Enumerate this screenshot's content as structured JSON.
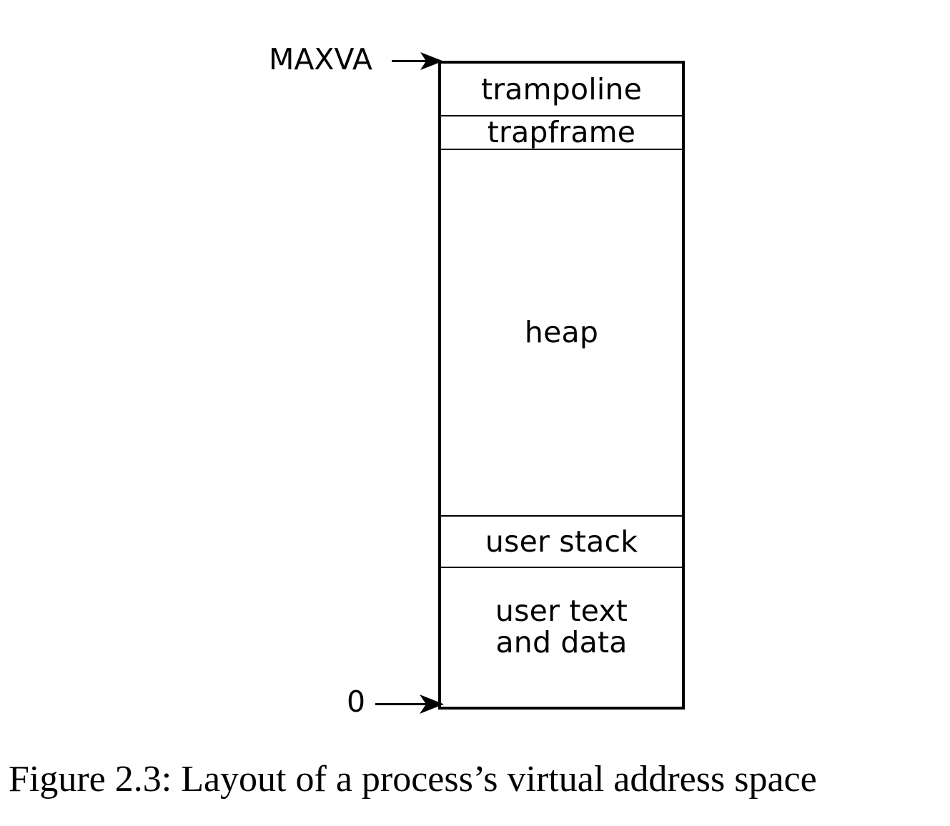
{
  "figure": {
    "caption": "Figure 2.3: Layout of a process’s virtual address space",
    "diagram_type": "memory-layout",
    "orientation": "vertical-address-space-high-at-top",
    "colors": {
      "background": "#ffffff",
      "stroke": "#000000",
      "text": "#000000"
    },
    "address_markers": [
      {
        "id": "maxva",
        "label": "MAXVA",
        "position": "top",
        "arrow": "right-arrow"
      },
      {
        "id": "zero",
        "label": "0",
        "position": "bottom",
        "arrow": "right-arrow"
      }
    ],
    "regions": [
      {
        "id": "trampoline",
        "label": "trampoline"
      },
      {
        "id": "trapframe",
        "label": "trapframe"
      },
      {
        "id": "heap",
        "label": "heap"
      },
      {
        "id": "user-stack",
        "label": "user stack"
      },
      {
        "id": "user-text-and-data",
        "label": "user text\nand data"
      }
    ]
  }
}
